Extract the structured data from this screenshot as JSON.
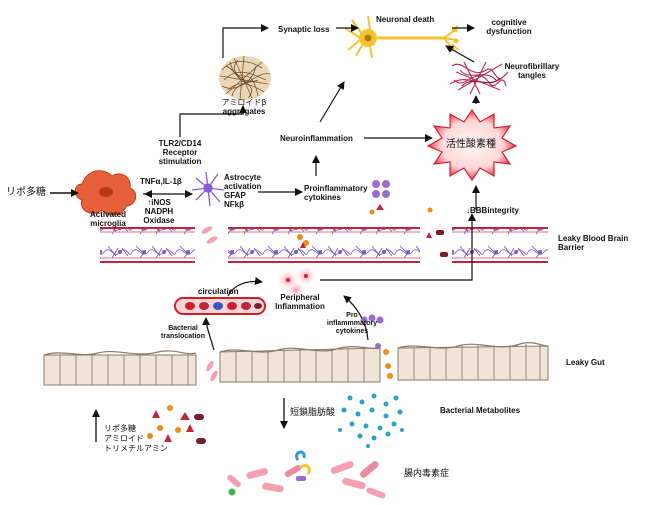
{
  "diagram": {
    "labels": {
      "synaptic_loss": "Synaptic loss",
      "neuronal_death": "Neuronal death",
      "cognitive_line1": "cognitive",
      "cognitive_line2": "dysfunction",
      "nft_line1": "Neurofibrillary",
      "nft_line2": "tangles",
      "amyloid_line1": "アミロイドβ",
      "amyloid_line2": "aggregates",
      "neuroinflammation": "Neuroinflammation",
      "oxidative_stress": "活性酸素種",
      "tlr_line1": "TLR2/CD14",
      "tlr_line2": "Receptor",
      "tlr_line3": "stimulation",
      "lps_left": "リポ多糖",
      "tnf": "TNFα,IL-1β",
      "inos_line1": "↑iNOS",
      "inos_line2": "NADPH",
      "inos_line3": "Oxidase",
      "astro_line1": "Astrocyte",
      "astro_line2": "activation",
      "astro_line3": "GFAP",
      "astro_line4": "NFkβ",
      "activated_line1": "Activated",
      "activated_line2": "microglia",
      "proinflam_line1": "Proinflammatory",
      "proinflam_line2": "cytokines",
      "bbb_integrity": "↓BBBintegrity",
      "leaky_bbb_line1": "Leaky Blood Brain",
      "leaky_bbb_line2": "Barrier",
      "circulation": "circulation",
      "peripheral_line1": "Peripheral",
      "peripheral_line2": "Inflammation",
      "pro_line1": "Pro",
      "pro_line2": "inflammmatory",
      "pro_line3": "cytokines",
      "bact_trans_line1": "Bacterial",
      "bact_trans_line2": "translocation",
      "leaky_gut": "Leaky Gut",
      "scfa": "短鎖脂肪酸",
      "bacterial_metabolites": "Bacterial Metabolites",
      "metab_line1": "リポ多糖",
      "metab_line2": "アミロイド",
      "metab_line3": "トリメチルアミン",
      "dysbiosis": "腸内毒素症"
    },
    "colors": {
      "microglia": "#e8603a",
      "barrier_red": "#c0263a",
      "barrier_purple": "#7b5cc4",
      "vessel_red": "#d01f2a",
      "gut_fill": "#efe4d7",
      "gut_stroke": "#8a7a6a",
      "neuron": "#f4c430",
      "tangles": "#c0305a",
      "amyloid": "#8b6a3a",
      "ros_star": "#d62030",
      "scfa_blue": "#2aa0d0",
      "cytokine_purple": "#9a6ad0",
      "orange_dot": "#f08a1a"
    }
  }
}
